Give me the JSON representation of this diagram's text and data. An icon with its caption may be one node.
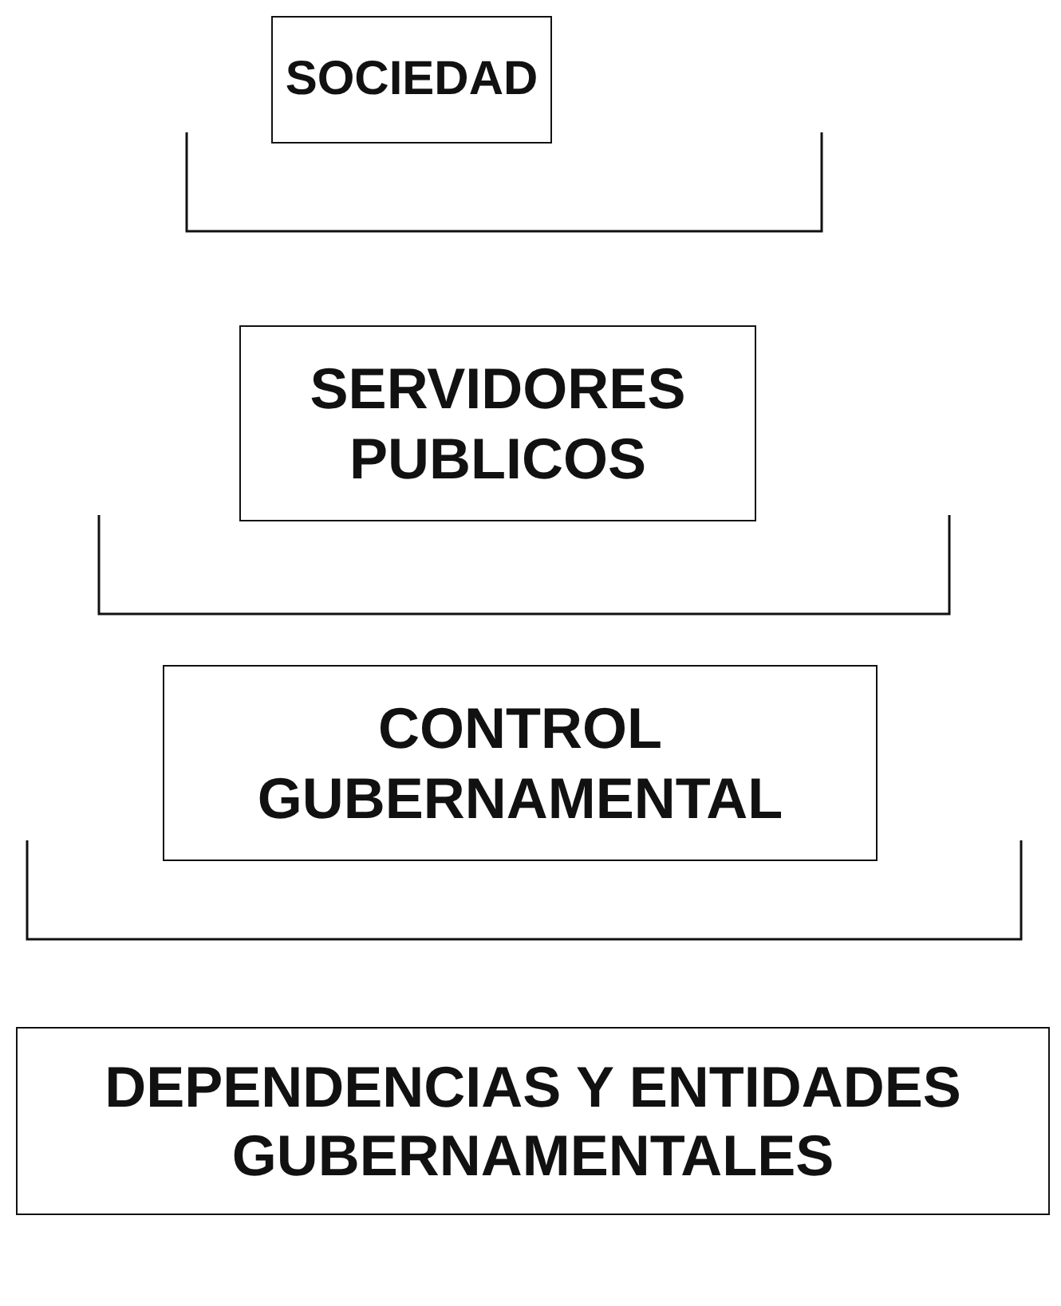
{
  "diagram": {
    "nodes": [
      {
        "text": [
          "SOCIEDAD"
        ]
      },
      {
        "text": [
          "SERVIDORES PUBLICOS"
        ]
      },
      {
        "text": [
          "CONTROL GUBERNAMENTAL"
        ]
      },
      {
        "text": [
          "DEPENDENCIAS Y ENTIDADES GUBERNAMENTALES"
        ]
      }
    ]
  }
}
